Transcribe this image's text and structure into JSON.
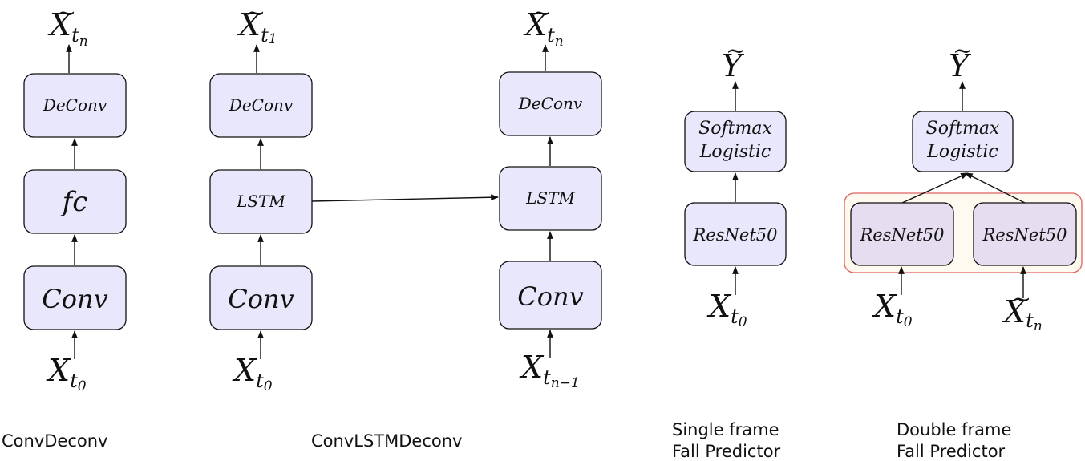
{
  "panels": {
    "convdeconv": {
      "caption": "ConvDeconv",
      "boxes": {
        "deconv": "DeConv",
        "fc": "fc",
        "conv": "Conv"
      },
      "input": {
        "base": "X",
        "sub": "t",
        "subsub": "0"
      },
      "output": {
        "base": "X",
        "sub": "t",
        "subsub": "n",
        "tilde": "~"
      }
    },
    "convlstmdeconv": {
      "caption": "ConvLSTMDeconv",
      "left": {
        "boxes": {
          "deconv": "DeConv",
          "lstm": "LSTM",
          "conv": "Conv"
        },
        "input": {
          "base": "X",
          "sub": "t",
          "subsub": "0"
        },
        "output": {
          "base": "X",
          "sub": "t",
          "subsub": "1",
          "tilde": "~"
        }
      },
      "right": {
        "boxes": {
          "deconv": "DeConv",
          "lstm": "LSTM",
          "conv": "Conv"
        },
        "input": {
          "base": "X",
          "sub": "t",
          "subsub": "n−1"
        },
        "output": {
          "base": "X",
          "sub": "t",
          "subsub": "n",
          "tilde": "~"
        }
      }
    },
    "single": {
      "caption_line1": "Single frame",
      "caption_line2": "Fall Predictor",
      "boxes": {
        "softmax_line1": "Softmax",
        "softmax_line2": "Logistic",
        "resnet": "ResNet50"
      },
      "input": {
        "base": "X",
        "sub": "t",
        "subsub": "0"
      },
      "output": {
        "base": "Y",
        "tilde": "~"
      }
    },
    "double": {
      "caption_line1": "Double frame",
      "caption_line2": "Fall Predictor",
      "boxes": {
        "softmax_line1": "Softmax",
        "softmax_line2": "Logistic",
        "resnet_left": "ResNet50",
        "resnet_right": "ResNet50"
      },
      "input_left": {
        "base": "X",
        "sub": "t",
        "subsub": "0"
      },
      "input_right": {
        "base": "X",
        "sub": "t",
        "subsub": "n",
        "tilde": "~"
      },
      "output": {
        "base": "Y",
        "tilde": "~"
      }
    }
  },
  "colors": {
    "box_fill": "#e9e7fb",
    "resnet_fill": "#e6def0",
    "group_border": "#e06060",
    "group_fill": "#fffaf0"
  }
}
